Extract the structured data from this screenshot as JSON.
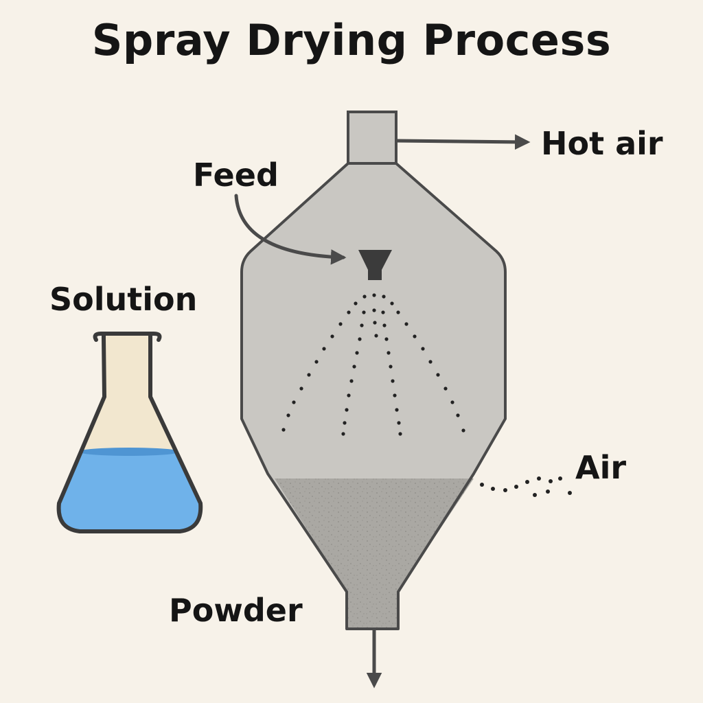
{
  "diagram": {
    "title": "Spray Drying Process",
    "labels": {
      "feed": "Feed",
      "hot_air": "Hot air",
      "solution": "Solution",
      "air": "Air",
      "powder": "Powder"
    },
    "colors": {
      "background": "#f7f2e9",
      "chamber_fill": "#c9c7c2",
      "powder_fill": "#aaa8a3",
      "outline": "#4a4a4a",
      "liquid": "#6fb2ea",
      "flask_upper": "#f2e7cf",
      "nozzle": "#3b3b3b",
      "text": "#151515"
    }
  }
}
